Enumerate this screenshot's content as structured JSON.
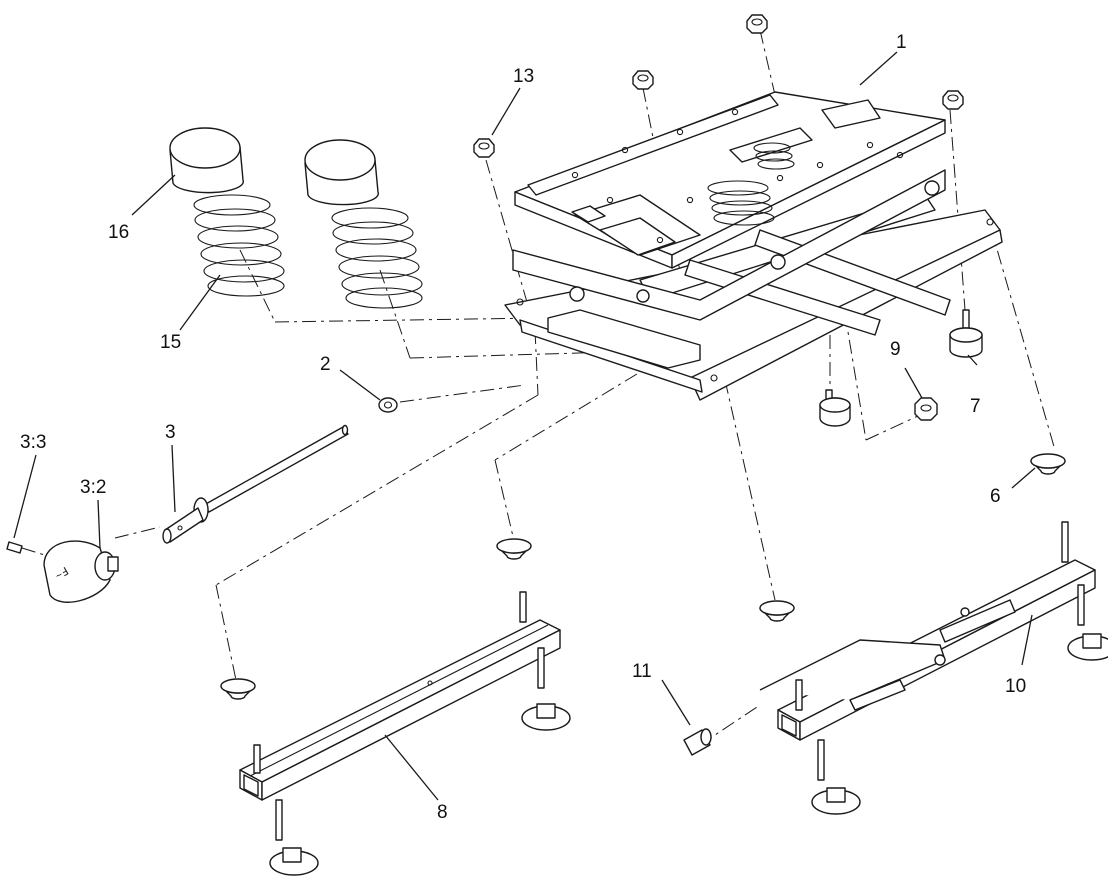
{
  "callouts": {
    "c1": "1",
    "c2": "2",
    "c3": "3",
    "c3_2": "3:2",
    "c3_3": "3:3",
    "c6": "6",
    "c7": "7",
    "c8": "8",
    "c9": "9",
    "c10": "10",
    "c11": "11",
    "c13": "13",
    "c15": "15",
    "c16": "16"
  }
}
